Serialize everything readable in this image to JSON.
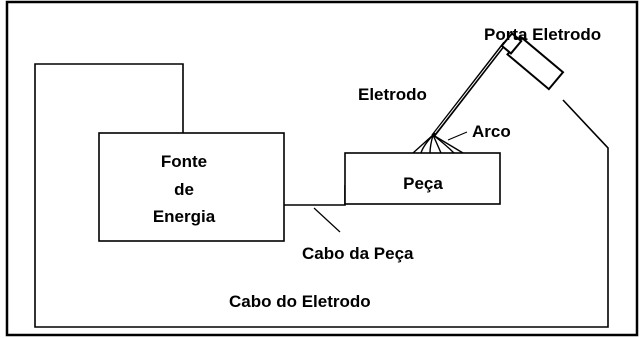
{
  "labels": {
    "power_source": [
      "Fonte",
      "de",
      "Energia"
    ],
    "workpiece": "Peça",
    "electrode": "Eletrodo",
    "electrode_holder": "Porta Eletrodo",
    "arc": "Arco",
    "work_cable": "Cabo da Peça",
    "electrode_cable": "Cabo do Eletrodo"
  },
  "colors": {
    "line": "#000000",
    "background": "#ffffff"
  }
}
